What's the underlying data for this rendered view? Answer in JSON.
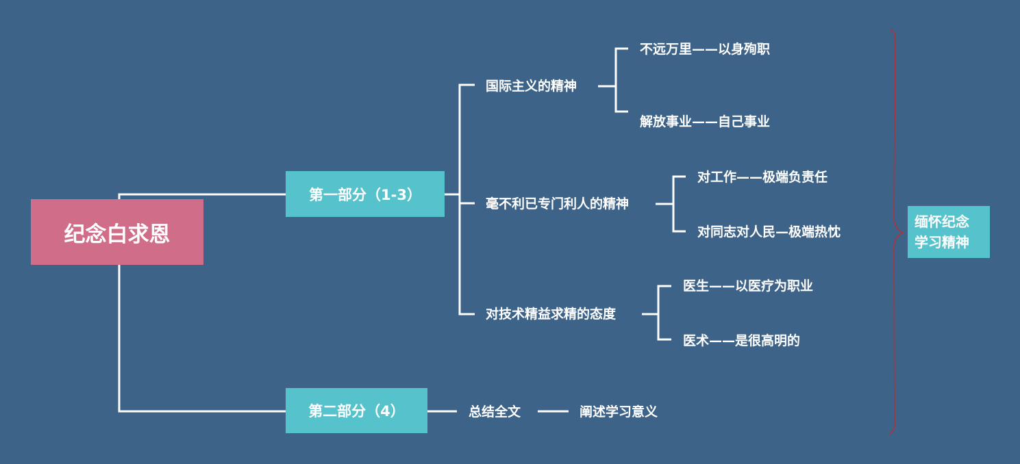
{
  "root": {
    "label": "纪念白求恩"
  },
  "parts": [
    {
      "label": "第一部分（1-3）",
      "themes": [
        {
          "label": "国际主义的精神",
          "details": [
            "不远万里——以身殉职",
            "解放事业——自己事业"
          ]
        },
        {
          "label": "毫不利已专门利人的精神",
          "details": [
            "对工作——极端负责任",
            "对同志对人民—极端热忱"
          ]
        },
        {
          "label": "对技术精益求精的态度",
          "details": [
            "医生——以医疗为职业",
            "医术——是很高明的"
          ]
        }
      ]
    },
    {
      "label": "第二部分（4）",
      "themes": [
        {
          "label": "总结全文",
          "details": [
            "阐述学习意义"
          ]
        }
      ]
    }
  ],
  "summary": {
    "line1": "缅怀纪念",
    "line2": "学习精神"
  },
  "colors": {
    "background": "#3e6388",
    "root_fill": "#d06e8a",
    "part_fill": "#56c3cc",
    "connector": "#ffffff",
    "brace": "#b0323a"
  }
}
